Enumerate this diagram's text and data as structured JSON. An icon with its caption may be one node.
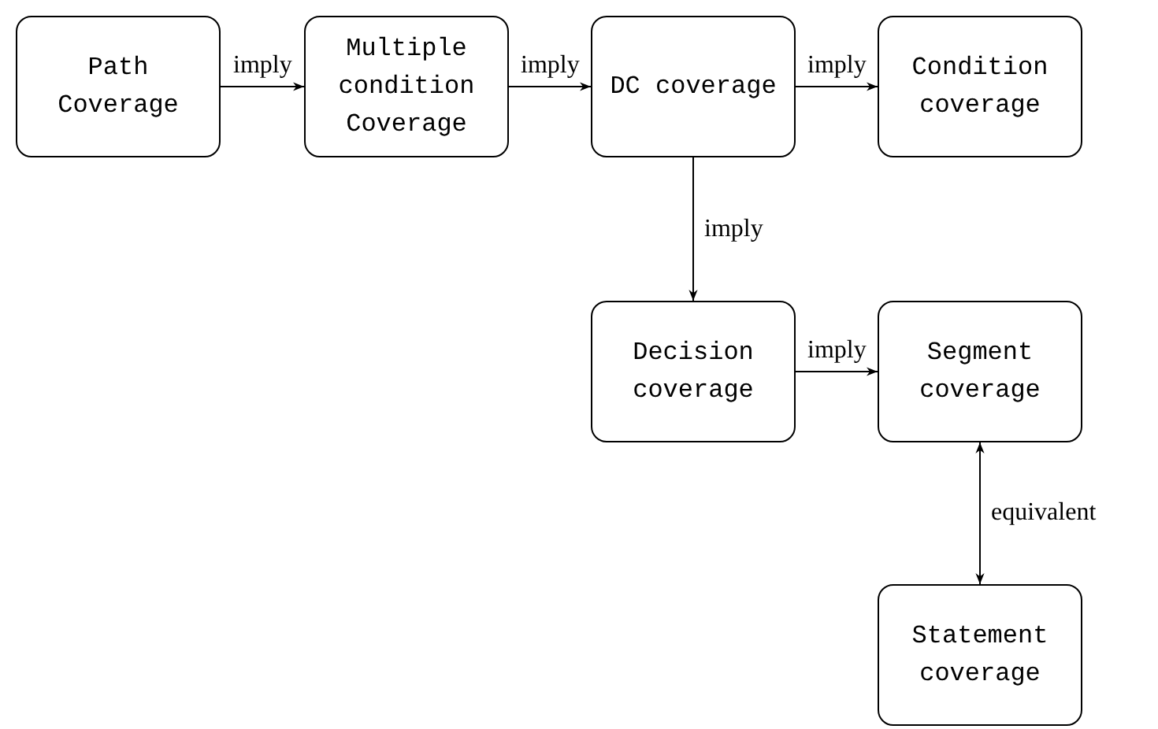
{
  "diagram": {
    "nodes": [
      {
        "text": [
          "Path Coverage"
        ]
      },
      {
        "text": [
          "Multiple condition Coverage"
        ]
      },
      {
        "text": [
          "DC coverage"
        ]
      },
      {
        "text": [
          "Condition coverage"
        ]
      },
      {
        "text": [
          "Decision coverage"
        ]
      },
      {
        "text": [
          "Segment coverage"
        ]
      },
      {
        "text": [
          "Statement coverage"
        ]
      }
    ],
    "edges": [
      {
        "from": 0,
        "to": 1,
        "arrow": "to",
        "label": "imply"
      },
      {
        "from": 1,
        "to": 2,
        "arrow": "to",
        "label": "imply"
      },
      {
        "from": 2,
        "to": 3,
        "arrow": "to",
        "label": "imply"
      },
      {
        "from": 2,
        "to": 4,
        "arrow": "to",
        "label": "imply"
      },
      {
        "from": 4,
        "to": 5,
        "arrow": "to",
        "label": "imply"
      },
      {
        "from": 5,
        "to": 6,
        "arrow": "both",
        "label": "equivalent"
      }
    ]
  }
}
